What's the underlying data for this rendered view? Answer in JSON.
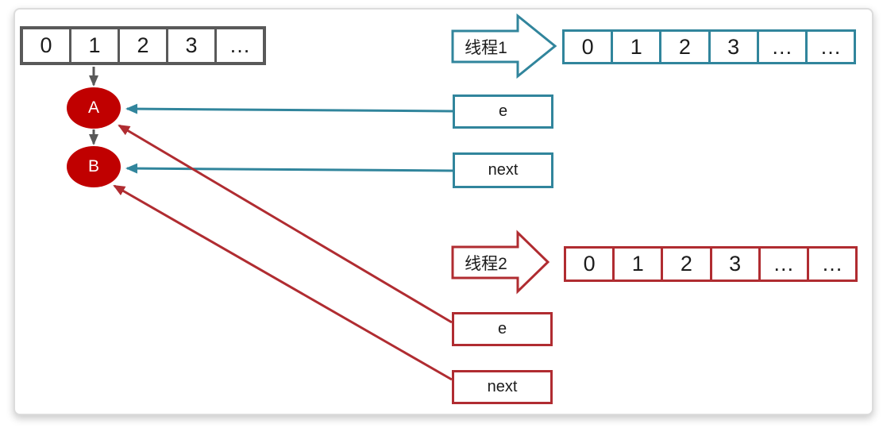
{
  "colors": {
    "thread1_teal": "#31859C",
    "thread2_red": "#B02C31",
    "node_fill_red": "#C00000",
    "array_gray": "#595959"
  },
  "bucket_array": {
    "cells": [
      "0",
      "1",
      "2",
      "3",
      "…"
    ]
  },
  "nodes": {
    "a": {
      "label": "A"
    },
    "b": {
      "label": "B"
    }
  },
  "thread1": {
    "label": "线程1",
    "array_cells": [
      "0",
      "1",
      "2",
      "3",
      "…",
      "…"
    ],
    "e_box": "e",
    "next_box": "next"
  },
  "thread2": {
    "label": "线程2",
    "array_cells": [
      "0",
      "1",
      "2",
      "3",
      "…",
      "…"
    ],
    "e_box": "e",
    "next_box": "next"
  }
}
